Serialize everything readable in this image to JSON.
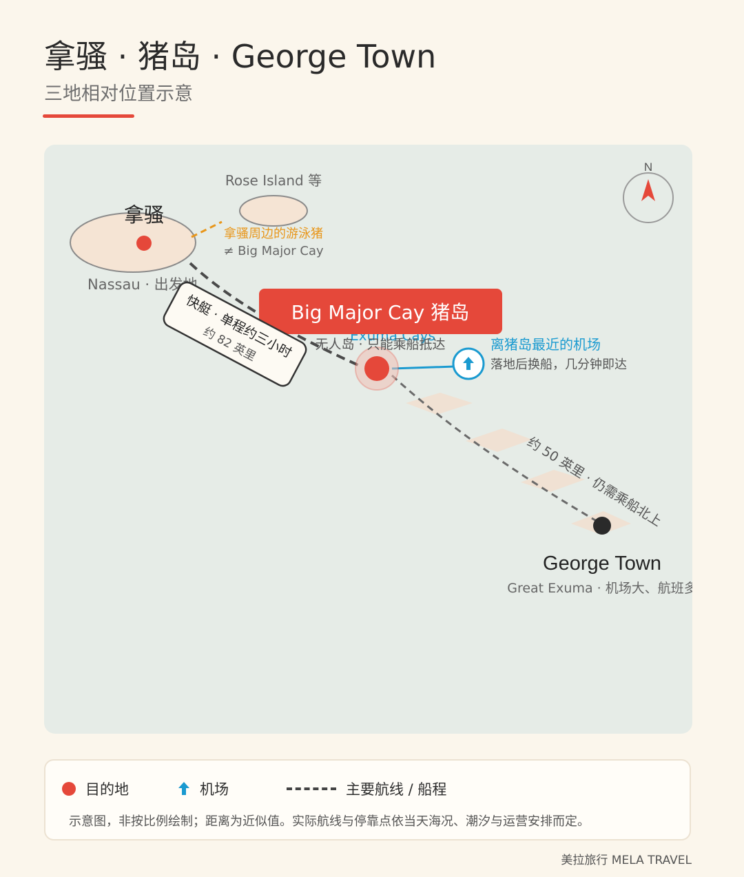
{
  "header": {
    "title": "拿骚 · 猪岛 · George Town",
    "subtitle": "三地相对位置示意"
  },
  "map": {
    "compass": {
      "label": "N"
    },
    "nassau": {
      "name": "拿骚",
      "caption": "Nassau · 出发地"
    },
    "rose_island": {
      "name": "Rose Island 等",
      "note_line1": "拿骚周边的游泳猪",
      "note_line2": "≠ Big Major Cay"
    },
    "big_major": {
      "banner": "Big Major Cay 猪岛",
      "region": "Exuma Cays",
      "caption": "无人岛 · 只能乘船抵达"
    },
    "airport": {
      "title": "离猪岛最近的机场",
      "caption": "落地后换船，几分钟即达"
    },
    "route_nassau": {
      "line1": "快艇 · 单程约三小时",
      "line2": "约 82 英里"
    },
    "route_george": {
      "label": "约 50 英里 · 仍需乘船北上"
    },
    "george_town": {
      "name": "George Town",
      "caption": "Great Exuma · 机场大、航班多"
    }
  },
  "legend": {
    "destination": "目的地",
    "airport": "机场",
    "route": "主要航线 / 船程",
    "note": "示意图，非按比例绘制；距离为近似值。实际航线与停靠点依当天海况、潮汐与运营安排而定。"
  },
  "credit": "美拉旅行 MELA TRAVEL",
  "colors": {
    "accent": "#e5483a",
    "airport": "#1a9ad0",
    "rose_note": "#e8961a",
    "island_fill": "#f5e4d4",
    "sea": "#e6ece7"
  }
}
